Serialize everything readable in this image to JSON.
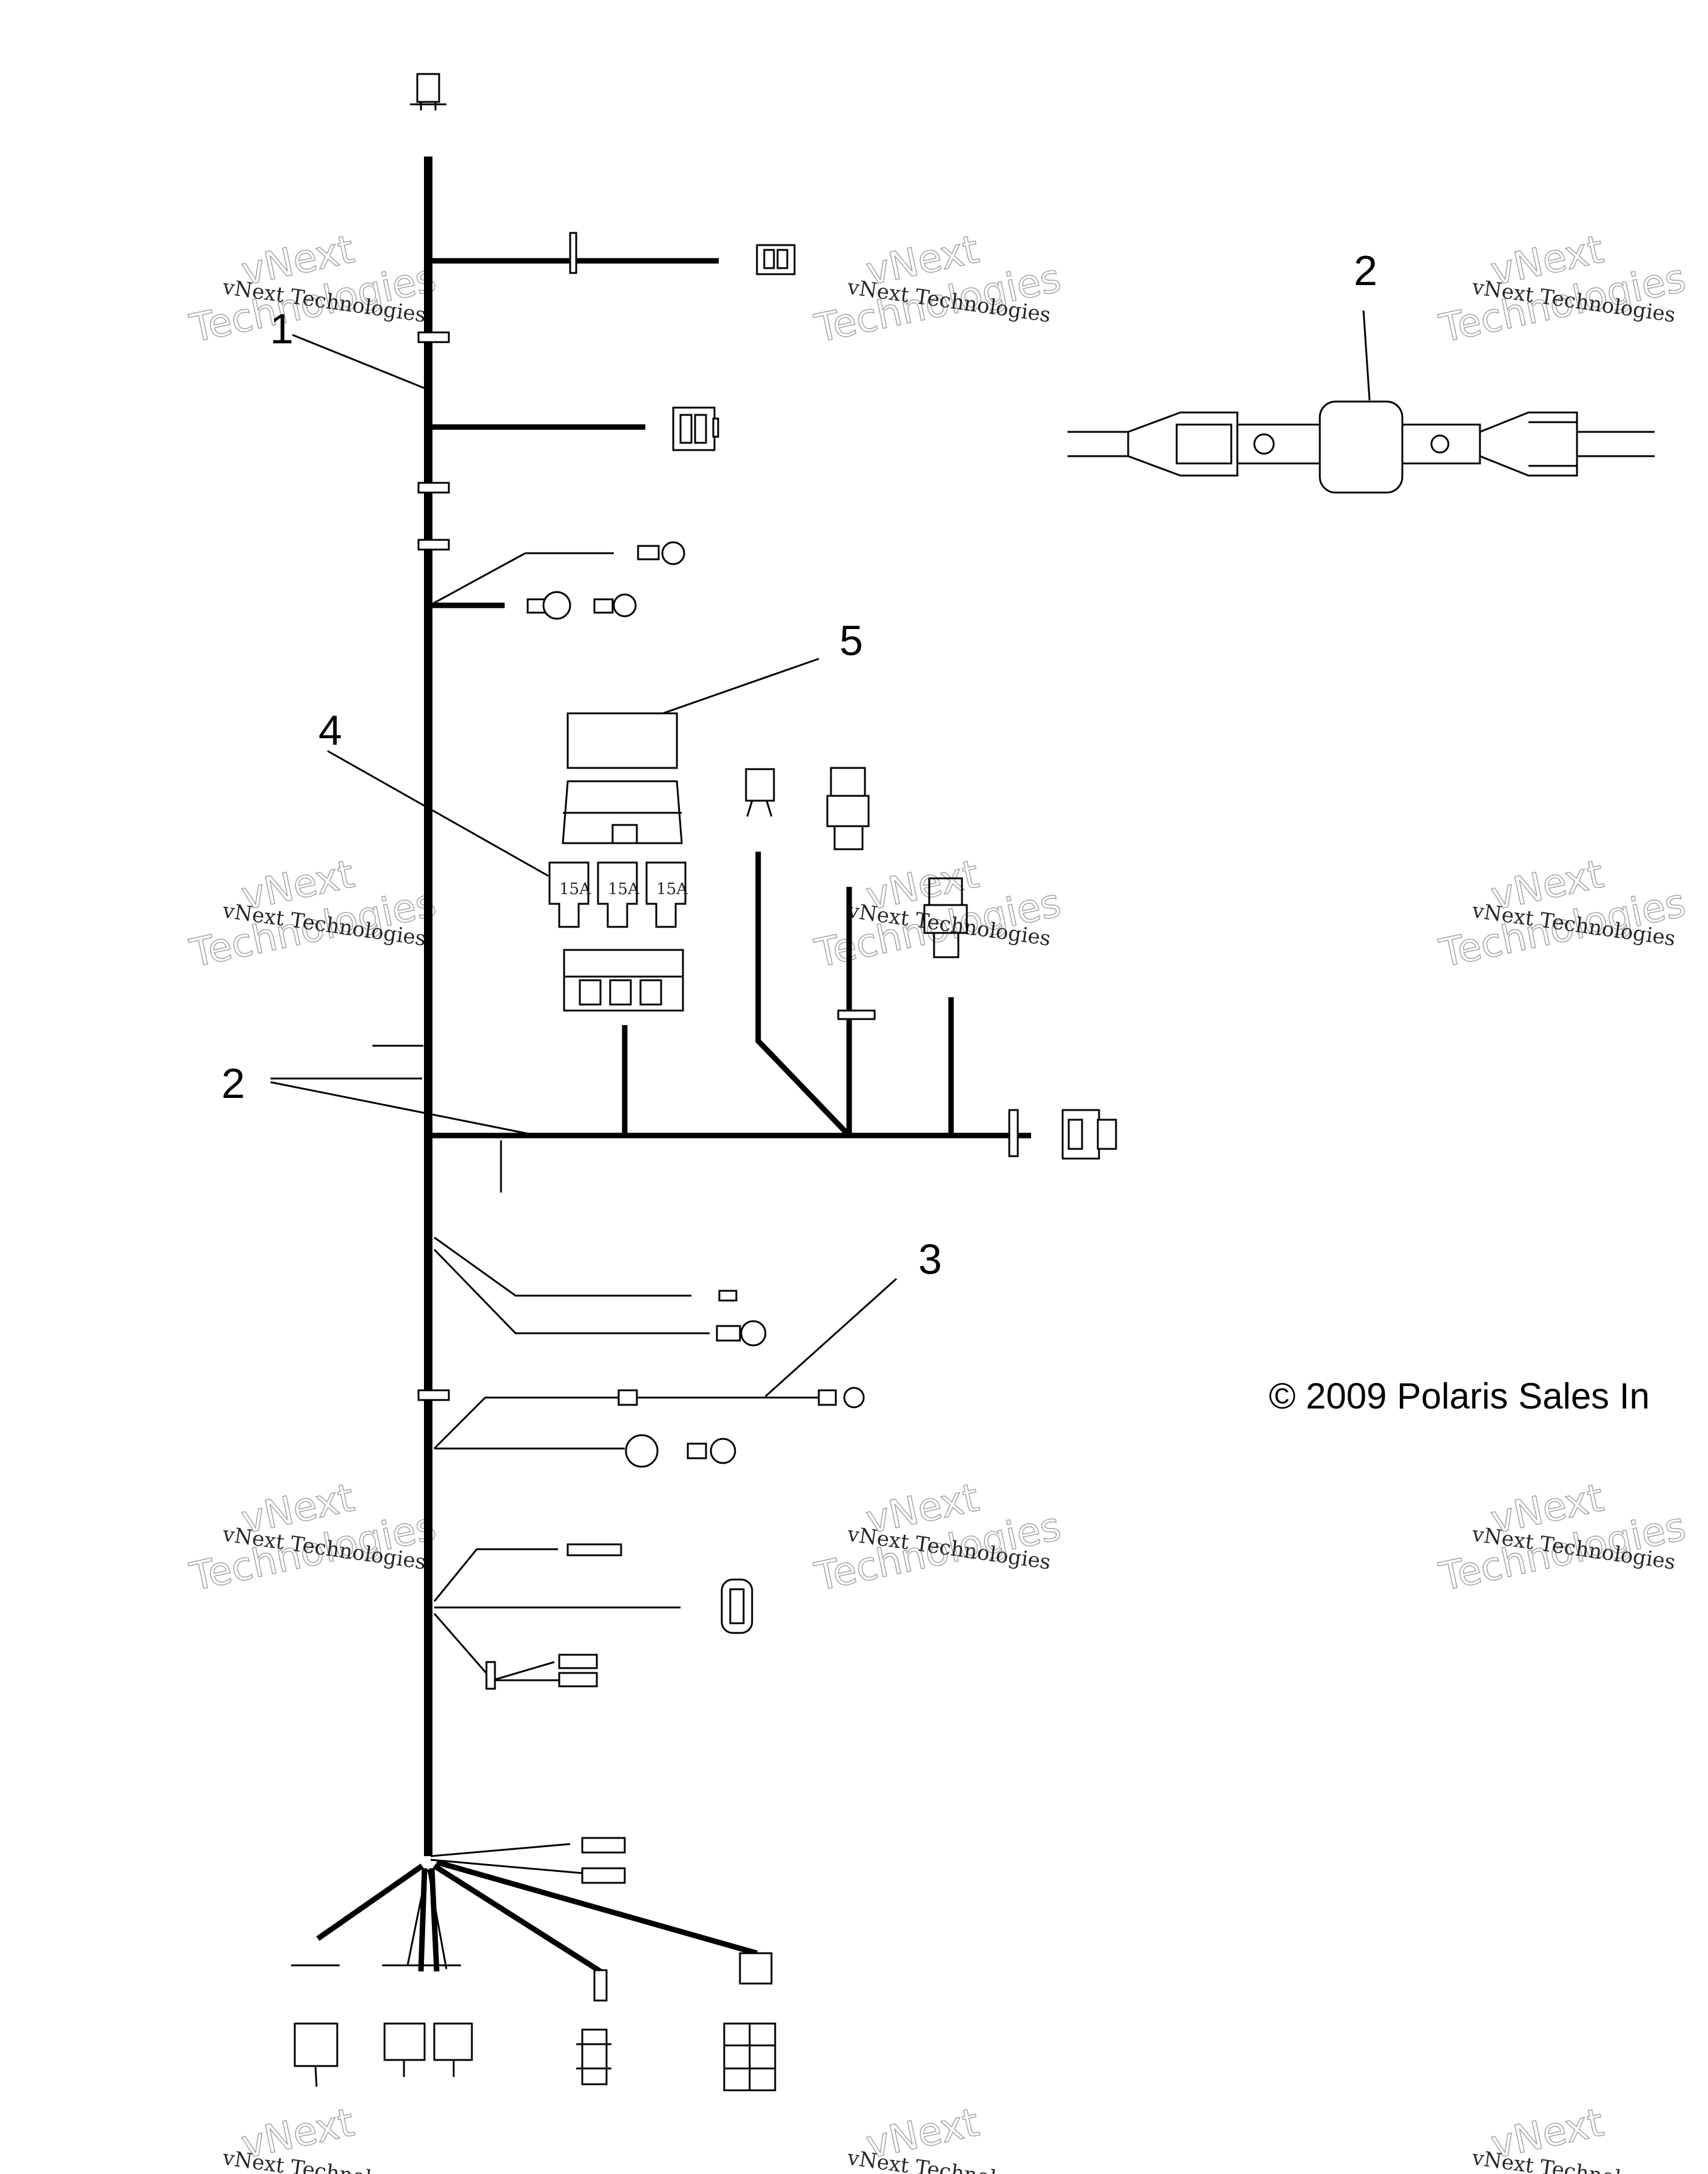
{
  "callouts": {
    "harness": "1",
    "relay_top": "2",
    "relay_left": "2",
    "ground_leads": "3",
    "fuse": "4",
    "cover": "5"
  },
  "fuse_labels": [
    "15A",
    "15A",
    "15A"
  ],
  "copyright": "© 2009 Polaris Sales In",
  "watermark": {
    "line1": "vNext Technologies",
    "line2": "vNext",
    "line3": "Technologies"
  },
  "colors": {
    "ink": "#000000",
    "background": "#ffffff"
  },
  "icons": [
    "connector-icon",
    "ring-terminal-icon",
    "fuse-icon",
    "relay-icon",
    "fuse-box-icon"
  ]
}
